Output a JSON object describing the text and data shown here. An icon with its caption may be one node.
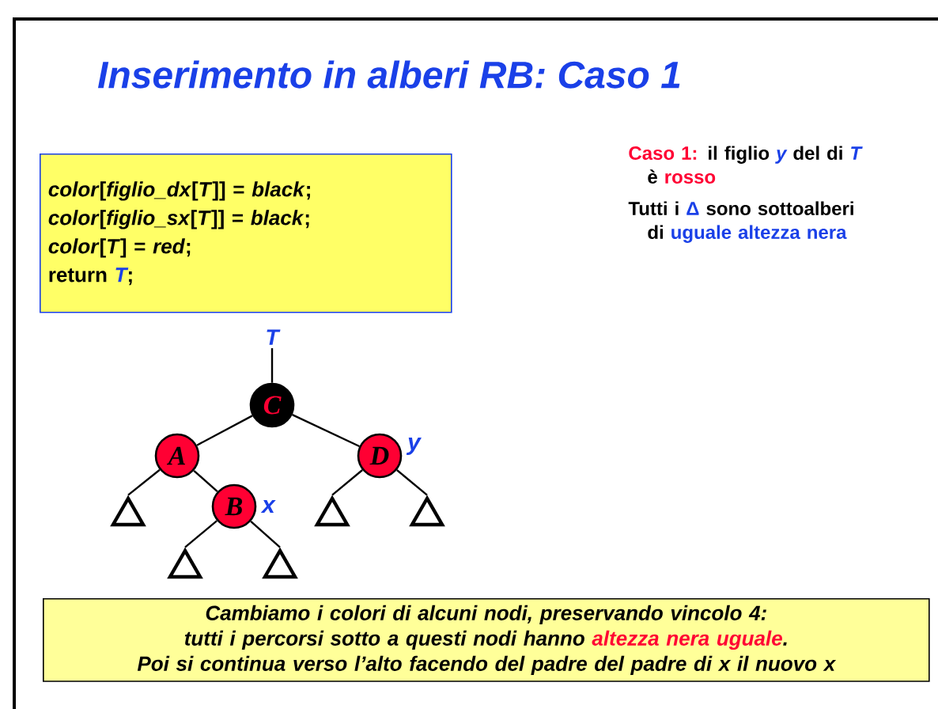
{
  "diagram": {
    "title": "Inserimento in alberi RB: Caso 1",
    "nodes": [
      {
        "text": [
          "*color*[*figlio_dx*[*T*]] = *black*;",
          "*color*[*figlio_sx*[*T*]] = *black*;",
          "*color*[*T*] = *red*;",
          "return",
          "T",
          ";"
        ]
      },
      {
        "text": [
          "T"
        ]
      },
      {
        "text": [
          "C"
        ]
      },
      {
        "text": [
          "A"
        ]
      },
      {
        "text": [
          "D"
        ],
        "beside": [
          "y"
        ]
      },
      {
        "text": [],
        "shape": "triangle"
      },
      {
        "text": [
          "B"
        ],
        "beside": [
          "x"
        ]
      },
      {
        "text": [],
        "shape": "triangle"
      },
      {
        "text": [],
        "shape": "triangle"
      },
      {
        "text": [],
        "shape": "triangle"
      },
      {
        "text": [],
        "shape": "triangle"
      },
      {
        "text": [
          "Cambiamo i colori di alcuni nodi, preservando vincolo 4:",
          "tutti i percorsi sotto a questi nodi hanno",
          "altezza nera uguale",
          ".",
          "Poi si continua verso l’alto facendo del padre del padre di x il nuovo x"
        ]
      }
    ],
    "edges": [
      {
        "from": 1,
        "to": 2,
        "arrow": "none"
      },
      {
        "from": 2,
        "to": 3,
        "arrow": "none"
      },
      {
        "from": 2,
        "to": 4,
        "arrow": "none"
      },
      {
        "from": 3,
        "to": 5,
        "arrow": "none"
      },
      {
        "from": 3,
        "to": 6,
        "arrow": "none"
      },
      {
        "from": 4,
        "to": 7,
        "arrow": "none"
      },
      {
        "from": 4,
        "to": 8,
        "arrow": "none"
      },
      {
        "from": 6,
        "to": 9,
        "arrow": "none"
      },
      {
        "from": 6,
        "to": 10,
        "arrow": "none"
      }
    ],
    "labels": [
      "Caso 1:",
      "il figlio",
      "y",
      "del di",
      "T",
      "è",
      "rosso",
      "Tutti i",
      "Δ",
      "sono sottoalberi",
      "di",
      "uguale altezza nera"
    ]
  }
}
